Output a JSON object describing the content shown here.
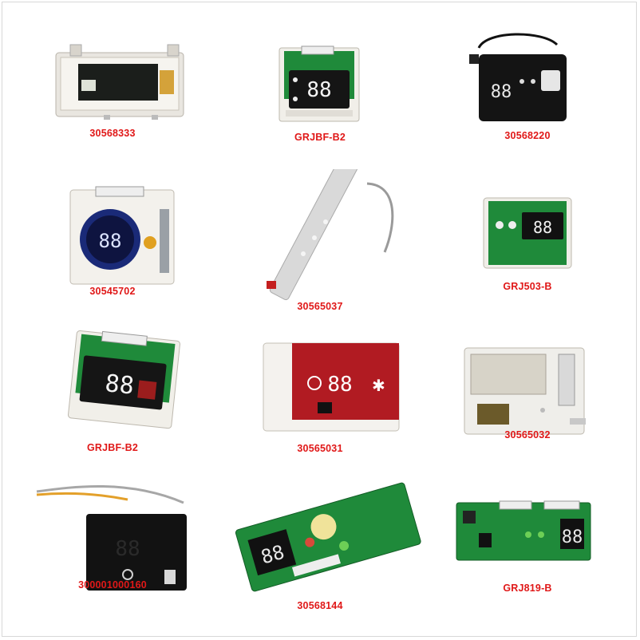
{
  "products": [
    {
      "id": "p1",
      "code": "30568333"
    },
    {
      "id": "p2",
      "code": "GRJBF-B2"
    },
    {
      "id": "p3",
      "code": "30568220"
    },
    {
      "id": "p4",
      "code": "30545702"
    },
    {
      "id": "p5",
      "code": "30565037"
    },
    {
      "id": "p6",
      "code": "GRJ503-B"
    },
    {
      "id": "p7",
      "code": "GRJBF-B2"
    },
    {
      "id": "p8",
      "code": "30565031"
    },
    {
      "id": "p9",
      "code": "30565032"
    },
    {
      "id": "p10",
      "code": "300001000160"
    },
    {
      "id": "p11",
      "code": "30568144"
    },
    {
      "id": "p12",
      "code": "GRJ819-B"
    }
  ],
  "colors": {
    "label": "#e01818",
    "pcb_green": "#1f8a3a",
    "display_black": "#111111"
  }
}
